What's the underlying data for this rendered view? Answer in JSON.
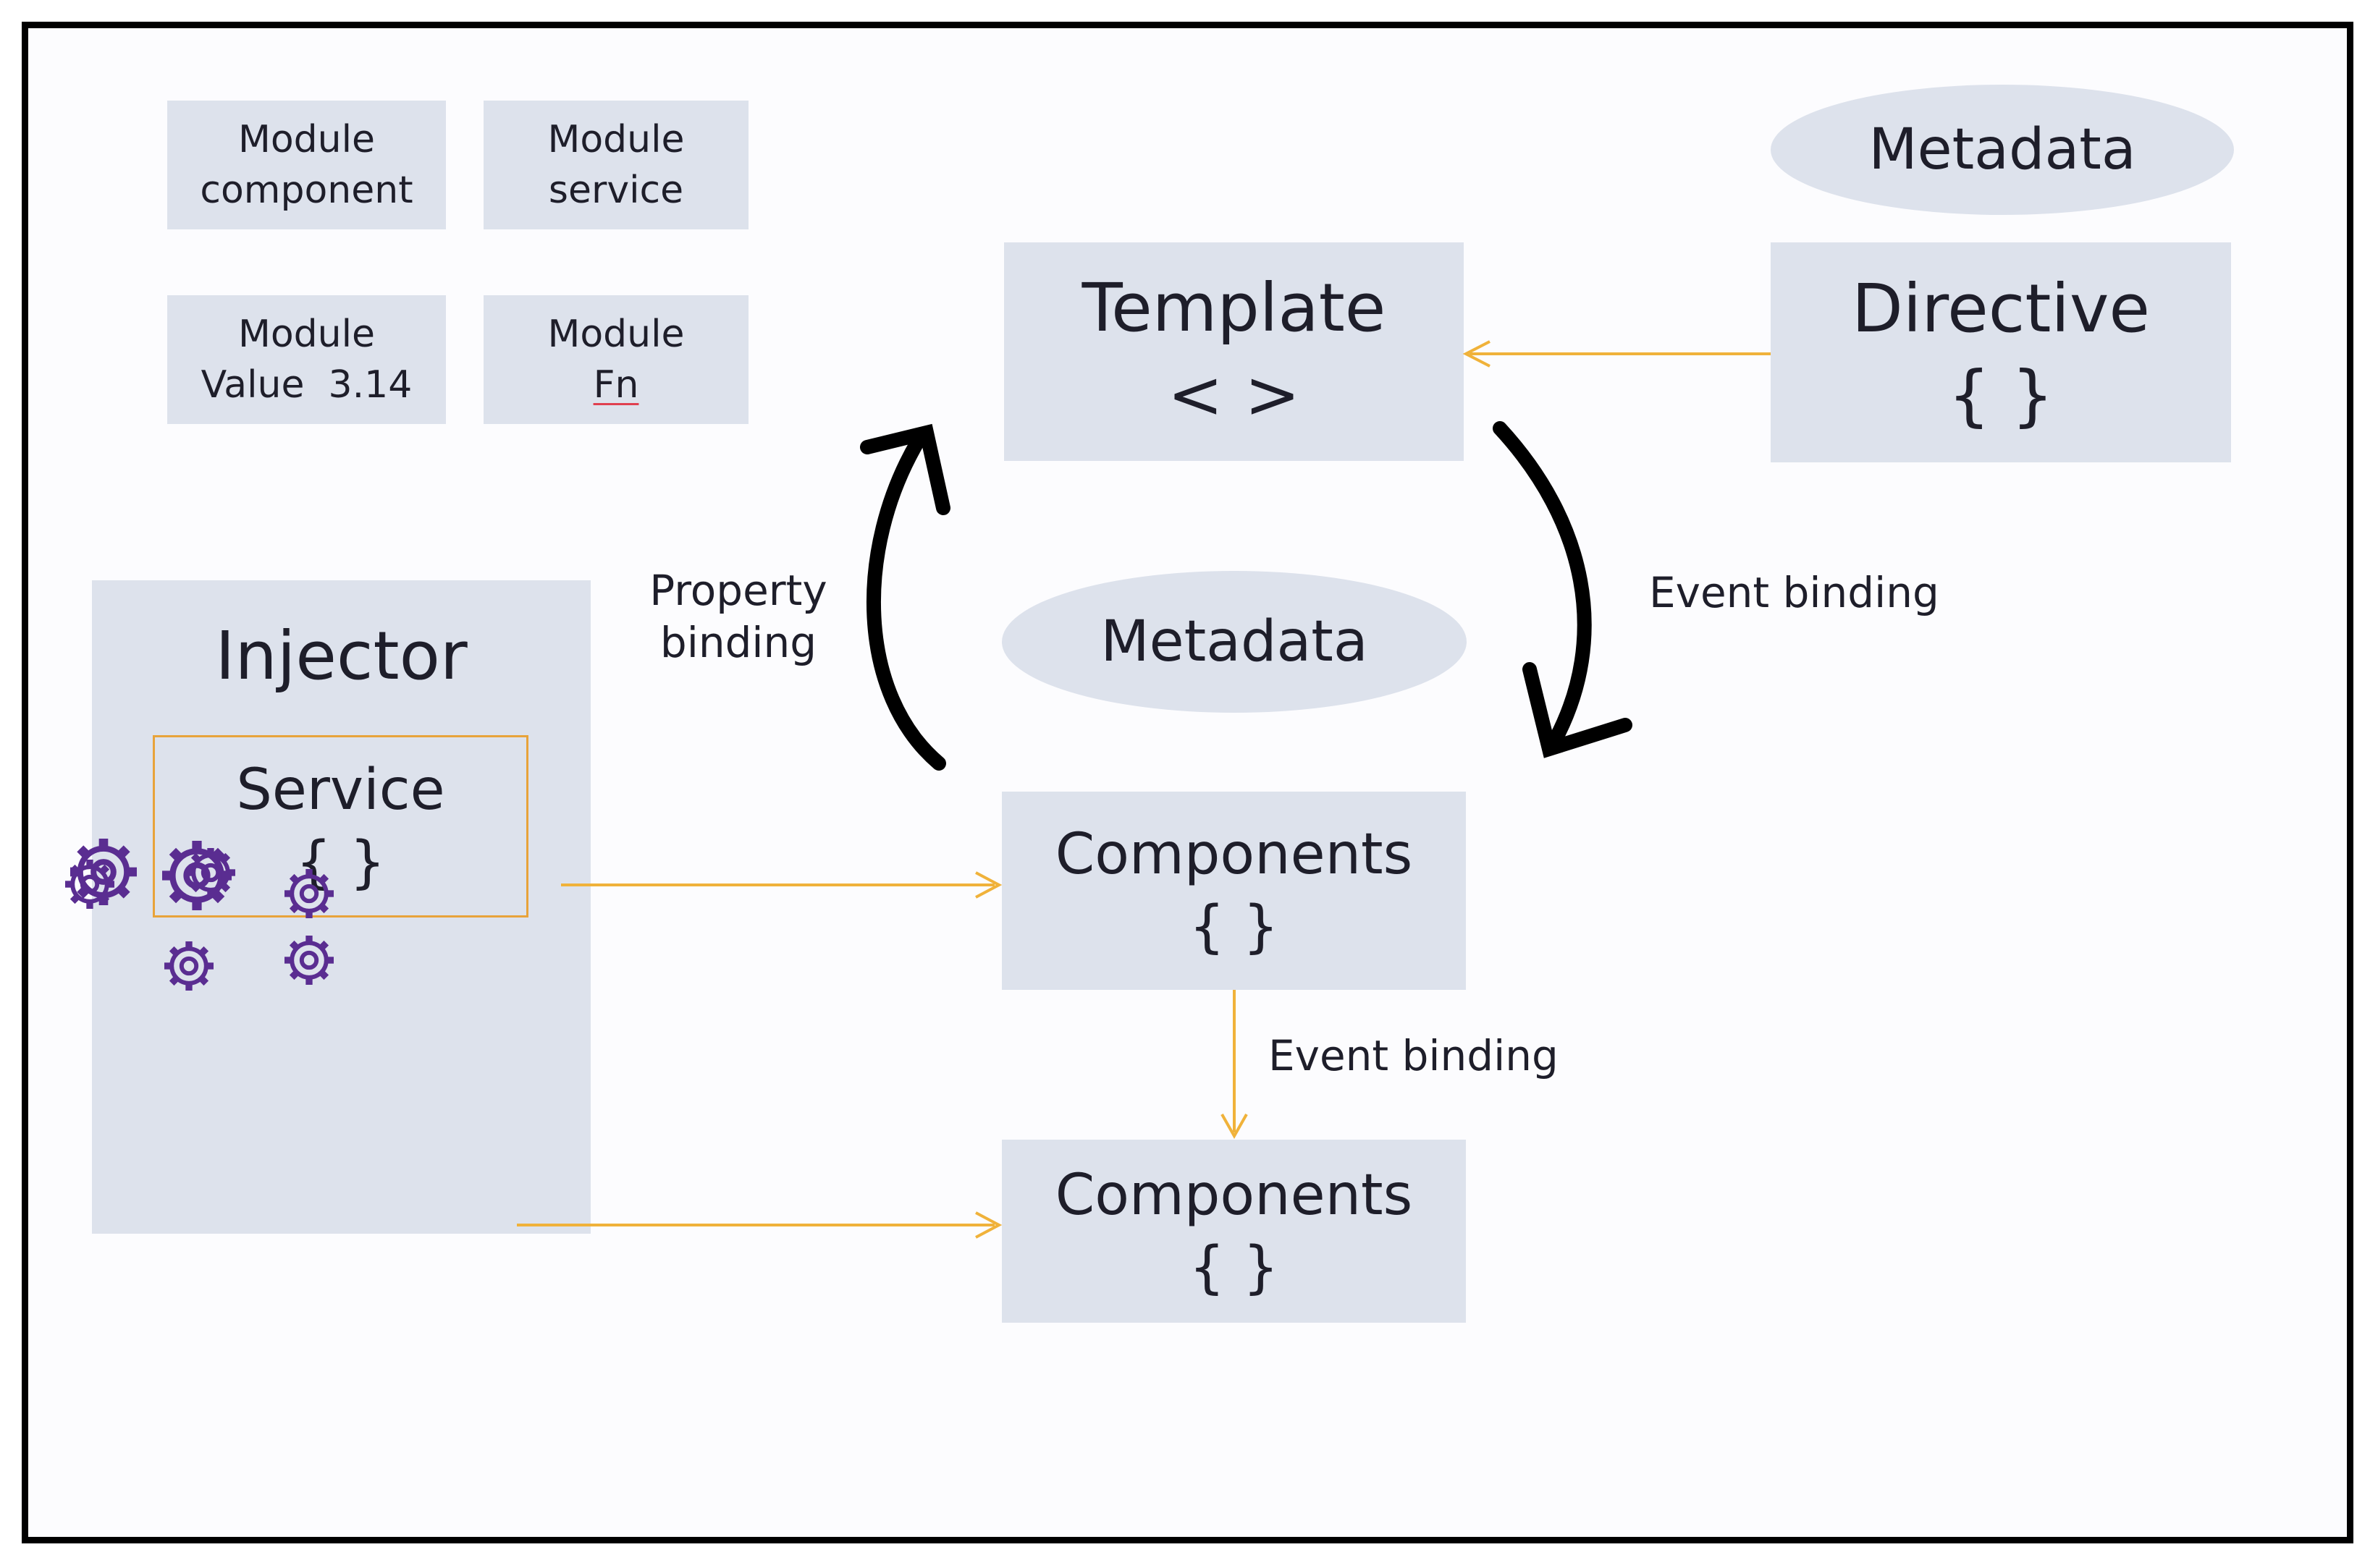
{
  "modules": [
    {
      "line1": "Module",
      "line2": "component"
    },
    {
      "line1": "Module",
      "line2": "service"
    },
    {
      "line1": "Module",
      "line2": "Value  3.14"
    },
    {
      "line1": "Module",
      "line2": "Fn"
    }
  ],
  "metadata_top": "Metadata",
  "metadata_center": "Metadata",
  "template": {
    "title": "Template",
    "symbol": "< >"
  },
  "directive": {
    "title": "Directive",
    "symbol": "{ }"
  },
  "injector": {
    "title": "Injector",
    "service_title": "Service",
    "service_symbol": "{ }",
    "gears_icon": "gears-icon"
  },
  "components_top": {
    "title": "Components",
    "symbol": "{ }"
  },
  "components_bottom": {
    "title": "Components",
    "symbol": "{ }"
  },
  "labels": {
    "property_binding_1": "Property",
    "property_binding_2": "binding",
    "event_binding_right": "Event binding",
    "event_binding_center": "Event binding"
  },
  "colors": {
    "box": "#dde2ec",
    "arrow": "#f0b23a",
    "service_border": "#e8a33a",
    "gear": "#5a2d91",
    "cycle_arrow": "#000000"
  }
}
